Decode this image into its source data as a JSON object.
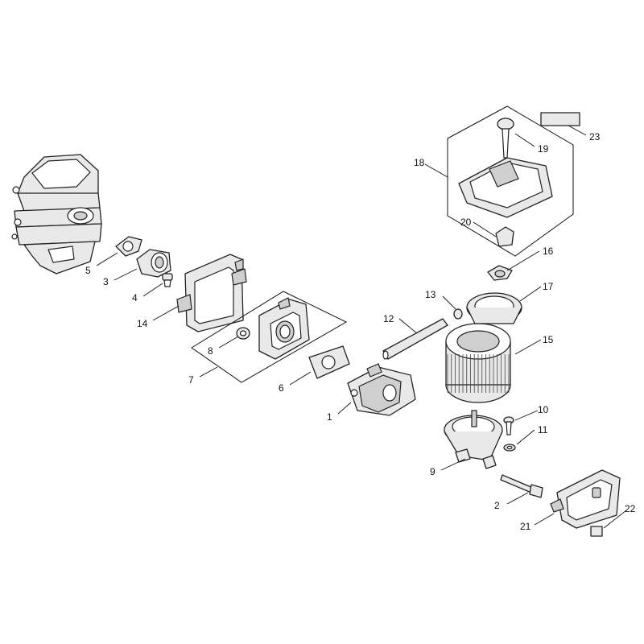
{
  "diagram": {
    "colors": {
      "line": "#111111",
      "part_fill": "#e9e9e9",
      "part_dark": "#cfcfcf",
      "background": "#ffffff"
    },
    "callouts": [
      {
        "id": "1",
        "text": "1",
        "part": "carburetor"
      },
      {
        "id": "2",
        "text": "2",
        "part": "screw"
      },
      {
        "id": "3",
        "text": "3",
        "part": "intake-manifold"
      },
      {
        "id": "4",
        "text": "4",
        "part": "screw"
      },
      {
        "id": "5",
        "text": "5",
        "part": "gasket"
      },
      {
        "id": "6",
        "text": "6",
        "part": "gasket"
      },
      {
        "id": "7",
        "text": "7",
        "part": "carburetor-box-assembly"
      },
      {
        "id": "8",
        "text": "8",
        "part": "grommet"
      },
      {
        "id": "9",
        "text": "9",
        "part": "air-filter-base"
      },
      {
        "id": "10",
        "text": "10",
        "part": "screw"
      },
      {
        "id": "11",
        "text": "11",
        "part": "washer"
      },
      {
        "id": "12",
        "text": "12",
        "part": "rod"
      },
      {
        "id": "13",
        "text": "13",
        "part": "grommet"
      },
      {
        "id": "14",
        "text": "14",
        "part": "intake-frame"
      },
      {
        "id": "15",
        "text": "15",
        "part": "air-filter"
      },
      {
        "id": "16",
        "text": "16",
        "part": "wing-nut"
      },
      {
        "id": "17",
        "text": "17",
        "part": "filter-cover"
      },
      {
        "id": "18",
        "text": "18",
        "part": "shroud-assembly"
      },
      {
        "id": "19",
        "text": "19",
        "part": "knob"
      },
      {
        "id": "20",
        "text": "20",
        "part": "plug"
      },
      {
        "id": "21",
        "text": "21",
        "part": "bracket"
      },
      {
        "id": "22",
        "text": "22",
        "part": "label"
      },
      {
        "id": "23",
        "text": "23",
        "part": "label"
      }
    ]
  }
}
